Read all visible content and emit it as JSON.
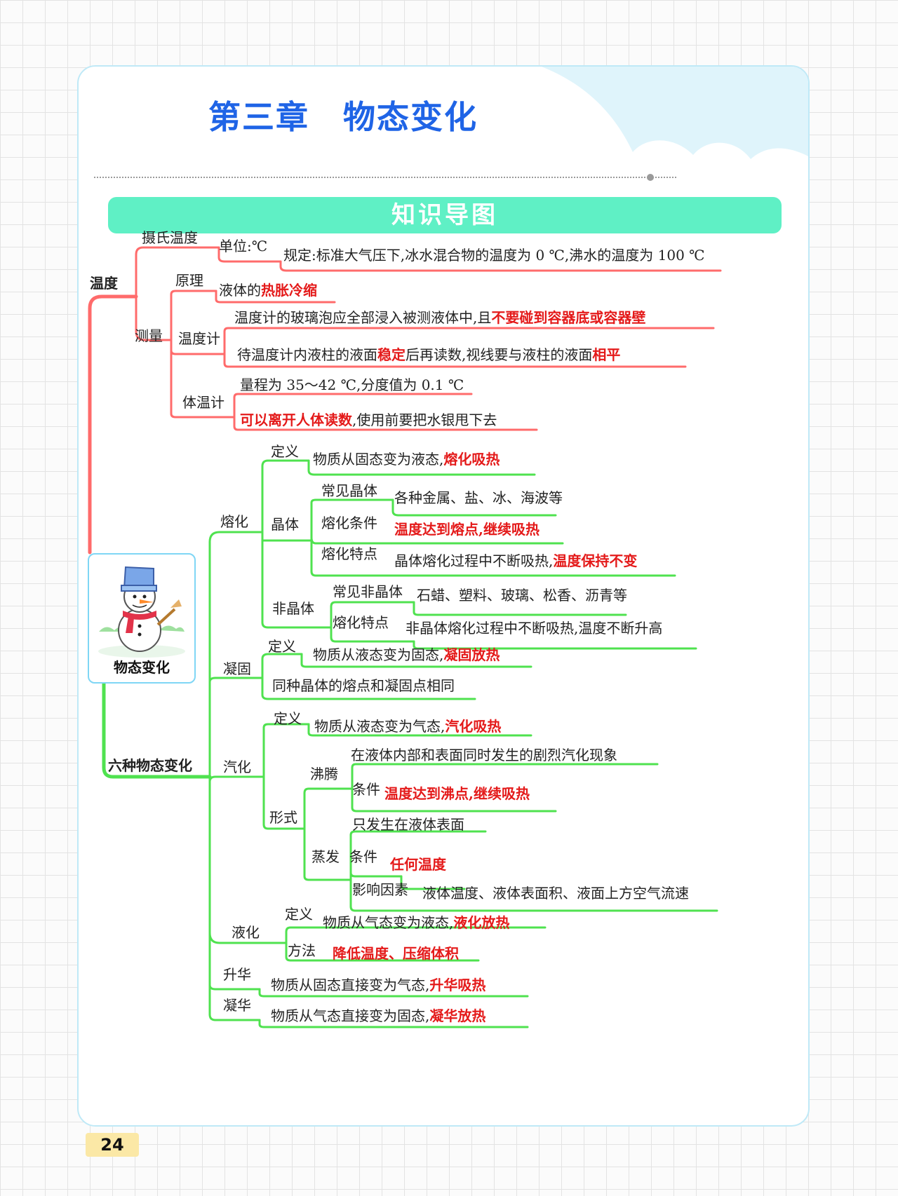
{
  "header": {
    "chapter_title": "第三章　物态变化",
    "banner": "知识导图"
  },
  "root": {
    "label": "物态变化",
    "icon": "snowman-icon"
  },
  "colors": {
    "temperature_branch": "#ff4d4d",
    "state_branch": "#3ee83e",
    "highlight": "#e41a1a",
    "title": "#1f64e6",
    "banner": "#5ff0c5"
  },
  "temperature": {
    "label": "温度",
    "celsius": {
      "label": "摄氏温度",
      "unit": "单位:℃",
      "definition": "规定:标准大气压下,冰水混合物的温度为 0 ℃,沸水的温度为 100 ℃"
    },
    "measure": {
      "label": "测量",
      "principle": {
        "label": "原理",
        "text": "液体的",
        "highlight": "热胀冷缩"
      },
      "thermometer": {
        "label": "温度计",
        "rule1": {
          "text": "温度计的玻璃泡应全部浸入被测液体中,且",
          "highlight": "不要碰到容器底或容器壁"
        },
        "rule2": {
          "p1": "待温度计内液柱的液面",
          "h1": "稳定",
          "p2": "后再读数,视线要与液柱的液面",
          "h2": "相平"
        }
      },
      "clinical": {
        "label": "体温计",
        "range": "量程为 35～42 ℃,分度值为 0.1 ℃",
        "usage": {
          "highlight": "可以离开人体读数",
          "text": ",使用前要把水银甩下去"
        }
      }
    }
  },
  "changes": {
    "label": "六种物态变化",
    "melting": {
      "label": "熔化",
      "definition": {
        "label": "定义",
        "text": "物质从固态变为液态,",
        "highlight": "熔化吸热"
      },
      "crystal": {
        "label": "晶体",
        "common": {
          "label": "常见晶体",
          "text": "各种金属、盐、冰、海波等"
        },
        "condition": {
          "label": "熔化条件",
          "highlight": "温度达到熔点,继续吸热"
        },
        "feature": {
          "label": "熔化特点",
          "text": "晶体熔化过程中不断吸热,",
          "highlight": "温度保持不变"
        }
      },
      "amorphous": {
        "label": "非晶体",
        "common": {
          "label": "常见非晶体",
          "text": "石蜡、塑料、玻璃、松香、沥青等"
        },
        "feature": {
          "label": "熔化特点",
          "text": "非晶体熔化过程中不断吸热,温度不断升高"
        }
      }
    },
    "solidification": {
      "label": "凝固",
      "definition": {
        "label": "定义",
        "text": "物质从液态变为固态,",
        "highlight": "凝固放热"
      },
      "note": "同种晶体的熔点和凝固点相同"
    },
    "vaporization": {
      "label": "汽化",
      "definition": {
        "label": "定义",
        "text": "物质从液态变为气态,",
        "highlight": "汽化吸热"
      },
      "forms": {
        "label": "形式",
        "boiling": {
          "label": "沸腾",
          "text": "在液体内部和表面同时发生的剧烈汽化现象",
          "condition": {
            "label": "条件",
            "highlight": "温度达到沸点,继续吸热"
          }
        },
        "evaporation": {
          "label": "蒸发",
          "text": "只发生在液体表面",
          "condition": {
            "label": "条件",
            "highlight": "任何温度"
          },
          "factors": {
            "label": "影响因素",
            "text": "液体温度、液体表面积、液面上方空气流速"
          }
        }
      }
    },
    "liquefaction": {
      "label": "液化",
      "definition": {
        "label": "定义",
        "text": "物质从气态变为液态,",
        "highlight": "液化放热"
      },
      "methods": {
        "label": "方法",
        "highlight": "降低温度、压缩体积"
      }
    },
    "sublimation": {
      "label": "升华",
      "text": "物质从固态直接变为气态,",
      "highlight": "升华吸热"
    },
    "deposition": {
      "label": "凝华",
      "text": "物质从气态直接变为固态,",
      "highlight": "凝华放热"
    }
  },
  "page_number": "24"
}
